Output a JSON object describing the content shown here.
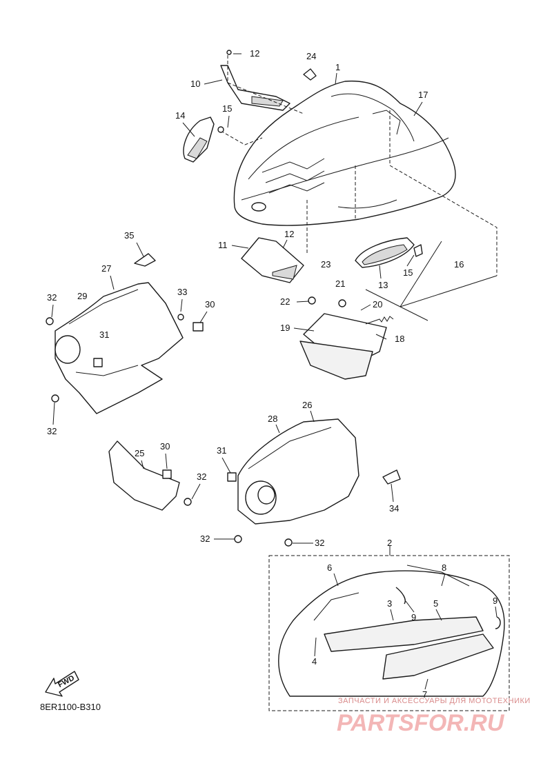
{
  "diagram_code": "8ER1100-B310",
  "fwd_label": "FWD",
  "watermark": {
    "line1": "ЗАПЧАСТИ И АКСЕССУАРЫ ДЛЯ МОТОТЕХНИКИ",
    "line2": "PARTSFOR.RU"
  },
  "callouts": {
    "n1": "1",
    "n2": "2",
    "n3": "3",
    "n4": "4",
    "n5": "5",
    "n6": "6",
    "n7": "7",
    "n8": "8",
    "n9a": "9",
    "n9b": "9",
    "n10": "10",
    "n11": "11",
    "n12a": "12",
    "n12b": "12",
    "n13": "13",
    "n14": "14",
    "n15a": "15",
    "n15b": "15",
    "n16": "16",
    "n17": "17",
    "n18": "18",
    "n19": "19",
    "n20": "20",
    "n21": "21",
    "n22": "22",
    "n23": "23",
    "n24": "24",
    "n25": "25",
    "n26": "26",
    "n27": "27",
    "n28": "28",
    "n29": "29",
    "n30a": "30",
    "n30b": "30",
    "n31a": "31",
    "n31b": "31",
    "n32a": "32",
    "n32b": "32",
    "n32c": "32",
    "n32d": "32",
    "n32e": "32",
    "n33": "33",
    "n34": "34",
    "n35": "35"
  }
}
